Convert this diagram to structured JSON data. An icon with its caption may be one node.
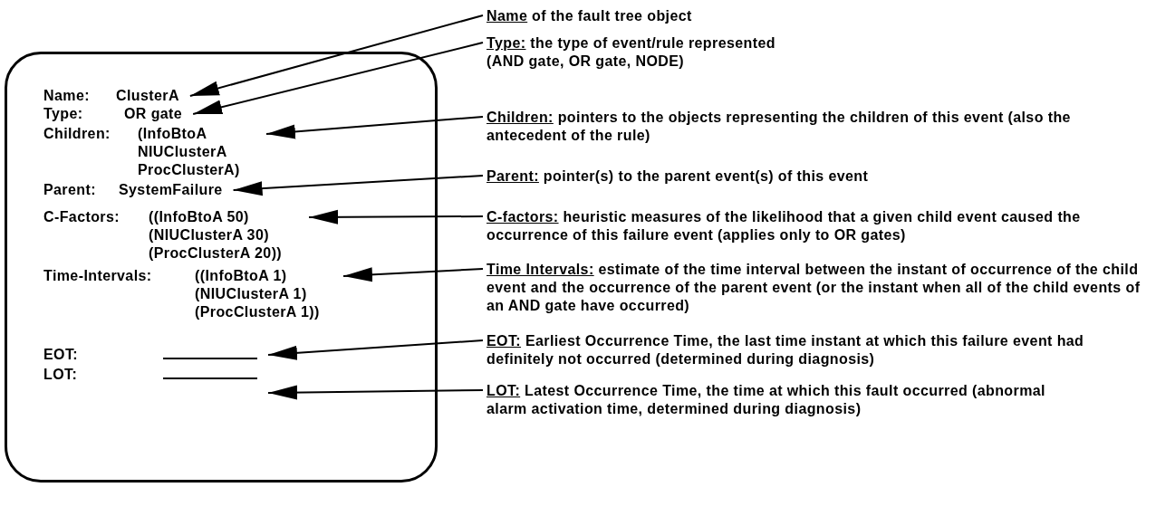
{
  "diagram": {
    "nodes": [
      {
        "text": [],
        "shape": "box"
      },
      {
        "text": [
          "Name:",
          "ClusterA"
        ],
        "in": 0
      },
      {
        "text": [
          "Type:",
          "OR gate"
        ],
        "in": 0
      },
      {
        "text": [
          "Children:",
          "(InfoBtoA NIUClusterA ProcClusterA)"
        ],
        "in": 0
      },
      {
        "text": [
          "Parent:",
          "SystemFailure"
        ],
        "in": 0
      },
      {
        "text": [
          "C-Factors:",
          "((InfoBtoA 50) (NIUClusterA 30) (ProcClusterA 20))"
        ],
        "in": 0
      },
      {
        "text": [
          "Time-Intervals:",
          "((InfoBtoA 1) (NIUClusterA 1) (ProcClusterA 1))"
        ],
        "in": 0
      },
      {
        "text": [
          "EOT:"
        ],
        "in": 0
      },
      {
        "text": [
          "LOT:"
        ],
        "in": 0
      },
      {
        "text": [
          "Name",
          "of the fault tree object"
        ]
      },
      {
        "text": [
          "Type:",
          "the type of event/rule represented (AND gate, OR gate, NODE)"
        ]
      },
      {
        "text": [
          "Children:",
          "pointers to the objects representing the children of this event (also the antecedent of the rule)"
        ]
      },
      {
        "text": [
          "Parent:",
          "pointer(s) to the parent event(s) of this event"
        ]
      },
      {
        "text": [
          "C-factors:",
          "heuristic measures of the likelihood that a given child event caused the occurrence of this failure event (applies only to OR gates)"
        ]
      },
      {
        "text": [
          "Time Intervals:",
          "estimate of the time interval between the instant of occurrence of the child event and the occurrence of the parent event (or the instant when all of the child events of an AND gate have occurred)"
        ]
      },
      {
        "text": [
          "EOT:",
          "Earliest Occurrence Time, the last time instant at which this failure event had definitely not occurred (determined during diagnosis)"
        ]
      },
      {
        "text": [
          "LOT:",
          "Latest Occurrence Time, the time at which this fault occurred (abnormal alarm activation time, determined during diagnosis)"
        ]
      }
    ],
    "edges": [
      {
        "from": 9,
        "to": 1,
        "arrow": "to"
      },
      {
        "from": 10,
        "to": 2,
        "arrow": "to"
      },
      {
        "from": 11,
        "to": 3,
        "arrow": "to"
      },
      {
        "from": 12,
        "to": 4,
        "arrow": "to"
      },
      {
        "from": 13,
        "to": 5,
        "arrow": "to"
      },
      {
        "from": 14,
        "to": 6,
        "arrow": "to"
      },
      {
        "from": 15,
        "to": 7,
        "arrow": "to"
      },
      {
        "from": 16,
        "to": 8,
        "arrow": "to"
      }
    ]
  }
}
